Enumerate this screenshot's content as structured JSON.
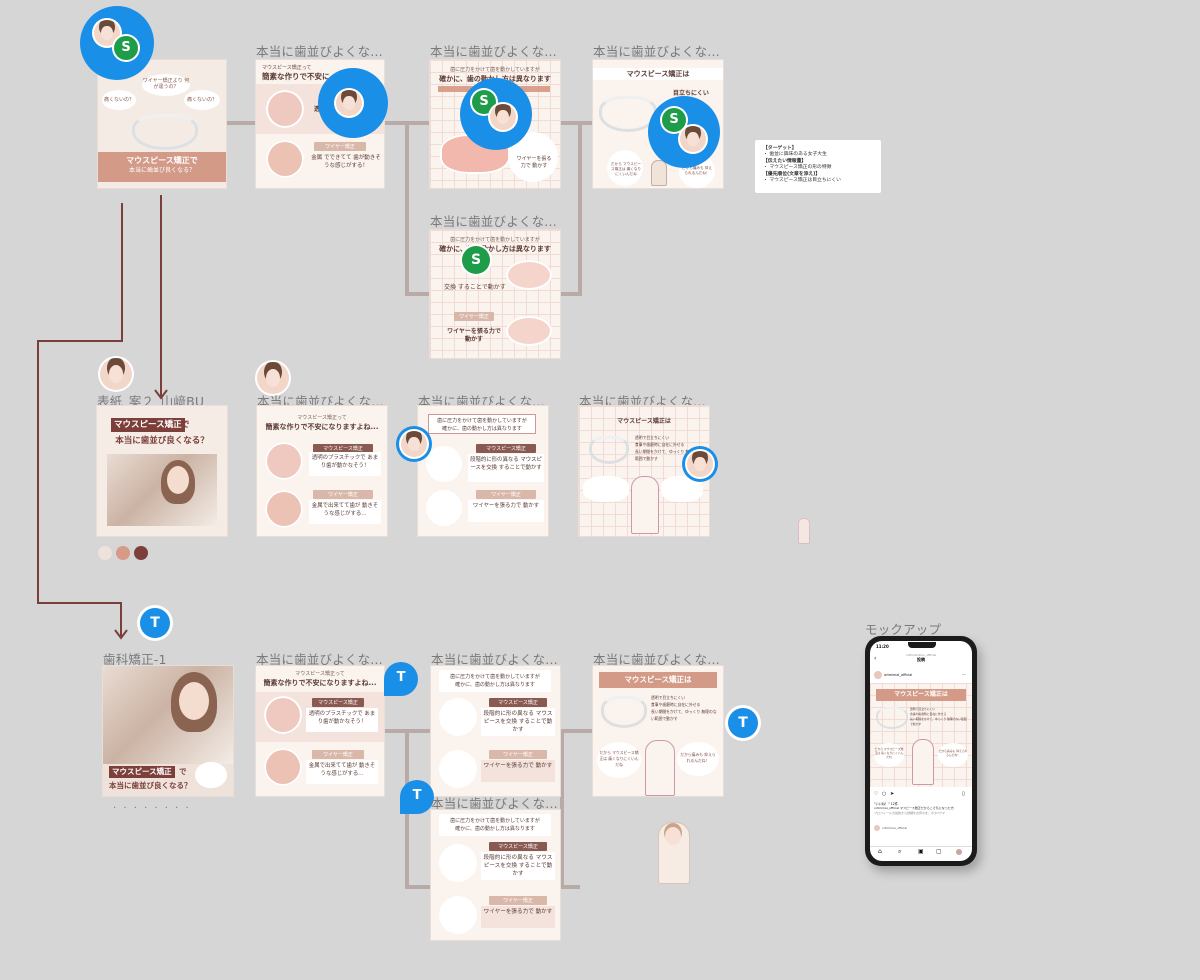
{
  "frames": {
    "f1_2": "本当に歯並びよくな...",
    "f1_3": "本当に歯並びよくな...",
    "f1_4": "本当に歯並びよくな...",
    "f1_5": "本当に歯並びよくな...",
    "r2_1": "表紙_案２_山﨑BU",
    "r2_2": "本当に歯並びよくな...",
    "r2_3": "本当に歯並びよくな...",
    "r2_4": "本当に歯並びよくな...",
    "r3_1": "歯科矯正-1",
    "r3_2": "本当に歯並びよくな...",
    "r3_3": "本当に歯並びよくな...",
    "r3_4": "本当に歯並びよくな...",
    "r3_5": "本当に歯並びよくな...",
    "mockup": "モックアップ",
    "dots": ". . . . . . . ."
  },
  "cover1": {
    "bubble1": "ワイヤー矯正より 何が違うの？",
    "bubble2": "痛くないの？",
    "bubble3": "痛くないの？",
    "title": "マウスピース矯正で",
    "subtitle": "本当に歯並び良くなる？"
  },
  "card_texts": {
    "intro_small": "マウスピース矯正って",
    "intro_big": "簡素な作りで不安になりますよね...",
    "mouthpiece_label": "マウスピース矯正",
    "wire_label": "ワイヤー矯正",
    "plastic": "透明のプラスチックで あまり歯が動かなそう！",
    "metal": "金属で出来てて歯が 動きそうな感じがする...",
    "metal_short": "金属 でできてて 歯が動きそうな感じがする！",
    "force_small": "歯に圧力をかけて歯を動かしていますが",
    "force_big": "確かに、歯の動かし方は異なります",
    "stepwise": "段階的に形の異なる マウスピースを交換 することで動かす",
    "wire_pull": "ワイヤーを張る力で 動かす",
    "wa_is": "マウスピース矯正は",
    "tag1": "透明で目立ちにくい",
    "tag2": "食事や歯磨時に自在に外せる",
    "tag3": "長い期間をかけて、ゆっくり 無理のない範囲で動かす",
    "chat1": "だから マウスピース矯正は 痛くなりにくいんだね",
    "chat2": "だから痛みも 抑えられるんだね！",
    "swap": "交換 することで動かす"
  },
  "note": {
    "lines": [
      "【ターゲット】",
      "・ 歯並に興味のある女子大生",
      "【伝えたい情報量】",
      "・ マウスピース矯正の形の特徴",
      "【優先順位(文章を添え)】",
      "・ マウスピース矯正は目立ちにくい"
    ]
  },
  "badges": {
    "s": "S",
    "t": "T"
  },
  "swatches": [
    "#ede2dc",
    "#d69a86",
    "#7c3f3a"
  ],
  "phone": {
    "time": "11:20",
    "account_small": "orthodontics_official",
    "account_title": "投稿",
    "username": "ortmimai_official",
    "likes": "\"いいね！\" 12件",
    "caption": "ortmimai_official マスピース矯正だからこそ気になった方",
    "caption2": "プロフィールの最新から詳細をお待ちを、ボタ7クマ",
    "comment_user": "ortmimai_official",
    "card_title": "マウスピース矯正は"
  }
}
